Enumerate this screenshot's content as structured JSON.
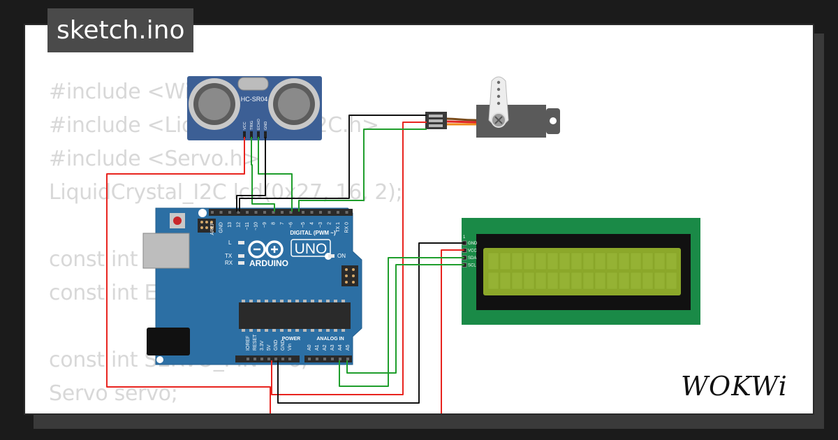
{
  "file_tag": "sketch.ino",
  "code_lines": [
    "#include <Wire.h>",
    "#include <LiquidCrystal_I2C.h>",
    "#include <Servo.h>",
    "LiquidCrystal_I2C lcd(0x27, 16, 2);",
    "",
    "const int TRIG_PIN = 9;",
    "const int ECHO_PIN = 10;",
    "",
    "const int SERVO_PIN = 6;",
    "Servo servo;"
  ],
  "sensor": {
    "model": "HC-SR04",
    "pins": [
      "VCC",
      "TRIG",
      "ECHO",
      "GND"
    ]
  },
  "arduino": {
    "brand": "ARDUINO",
    "model": "UNO",
    "digital_header_label": "DIGITAL (PWM ~)",
    "digital_pins": [
      "AREF",
      "GND",
      "13",
      "12",
      "~11",
      "~10",
      "~9",
      "8",
      "7",
      "~6",
      "~5",
      "4",
      "~3",
      "2",
      "TX 1",
      "RX 0"
    ],
    "power_header_label": "POWER",
    "power_pins": [
      "IOREF",
      "RESET",
      "3.3V",
      "5V",
      "GND",
      "GND",
      "Vin"
    ],
    "analog_header_label": "ANALOG IN",
    "analog_pins": [
      "A0",
      "A1",
      "A2",
      "A3",
      "A4",
      "A5"
    ],
    "led_labels": {
      "l": "L",
      "tx": "TX",
      "rx": "RX",
      "on": "ON"
    }
  },
  "lcd": {
    "pins": [
      "GND",
      "VCC",
      "SDA",
      "SCL"
    ],
    "pin1_marker": "1"
  },
  "colors": {
    "board_blue": "#2c6fa4",
    "wire_red": "#e8241f",
    "wire_black": "#111111",
    "wire_green": "#1f9e2c",
    "lcd_pcb": "#1a8a47",
    "lcd_screen": "#8ca82a"
  },
  "brand_logo": "WOKWi"
}
